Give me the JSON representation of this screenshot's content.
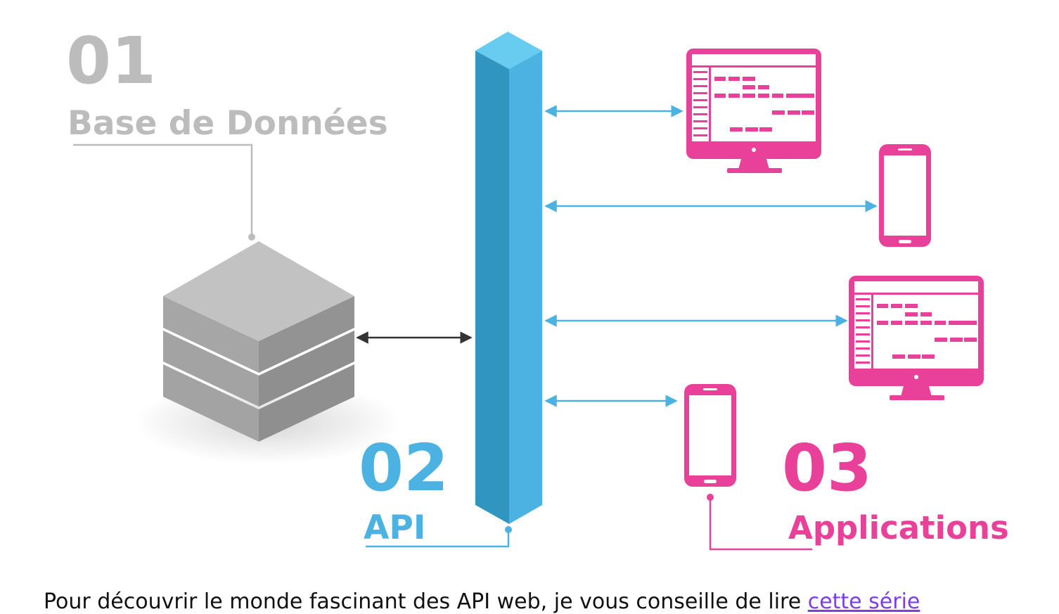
{
  "section_db": {
    "number": "01",
    "label": "Base de Données"
  },
  "section_api": {
    "number": "02",
    "label": "API"
  },
  "section_apps": {
    "number": "03",
    "label": "Applications"
  },
  "caption": {
    "text": "Pour découvrir le monde fascinant des API web, je vous conseille de lire ",
    "link_text": "cette série"
  },
  "colors": {
    "gray": "#bdbcbc",
    "api_blue": "#4cb2e2",
    "app_pink": "#e9419a",
    "link": "#7b3fe4"
  },
  "icons": [
    "database-stack-icon",
    "api-pillar-icon",
    "desktop-monitor-icon",
    "smartphone-icon"
  ]
}
